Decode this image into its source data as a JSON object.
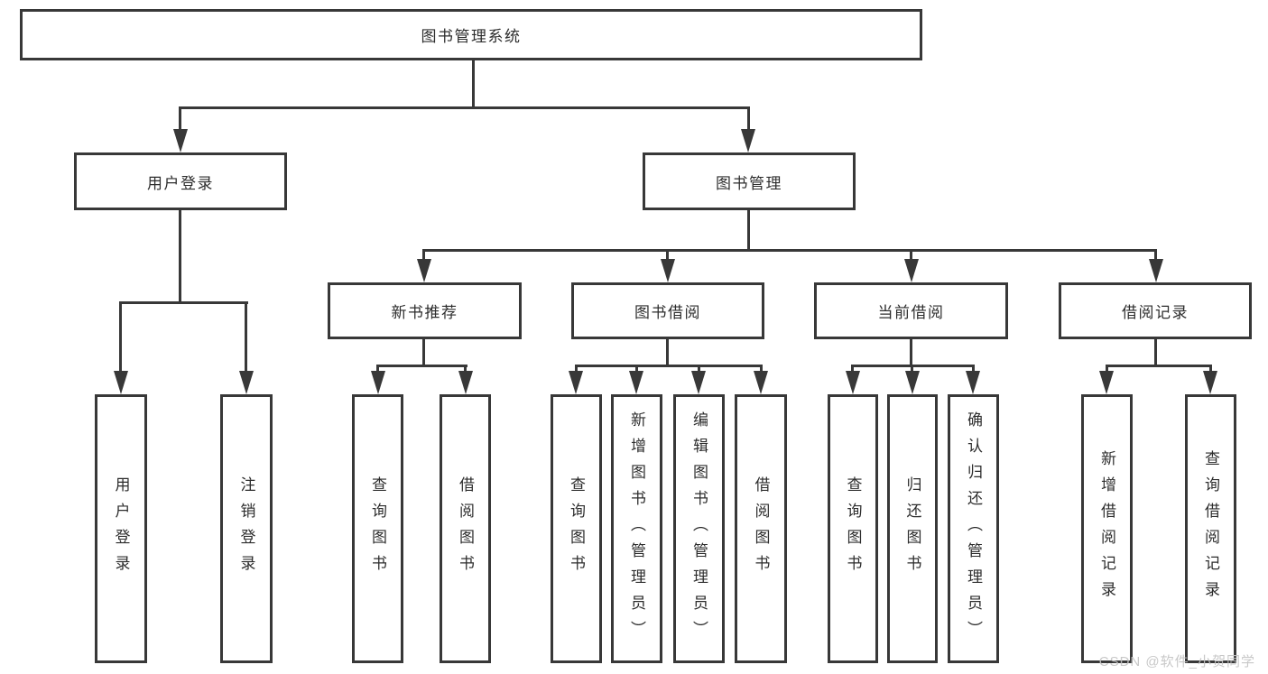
{
  "colors": {
    "line": "#383838",
    "text": "#2d2d2d",
    "bg": "#ffffff",
    "watermark": "#c3c3c3"
  },
  "tree": {
    "root": {
      "label": "图书管理系统"
    },
    "branches": [
      {
        "label": "用户登录",
        "children": [
          {
            "label": "用户登录"
          },
          {
            "label": "注销登录"
          }
        ]
      },
      {
        "label": "图书管理",
        "children": [
          {
            "label": "新书推荐",
            "children": [
              {
                "label": "查询图书"
              },
              {
                "label": "借阅图书"
              }
            ]
          },
          {
            "label": "图书借阅",
            "children": [
              {
                "label": "查询图书"
              },
              {
                "label": "新增图书（管理员）"
              },
              {
                "label": "编辑图书（管理员）"
              },
              {
                "label": "借阅图书"
              }
            ]
          },
          {
            "label": "当前借阅",
            "children": [
              {
                "label": "查询图书"
              },
              {
                "label": "归还图书"
              },
              {
                "label": "确认归还（管理员）"
              }
            ]
          },
          {
            "label": "借阅记录",
            "children": [
              {
                "label": "新增借阅记录"
              },
              {
                "label": "查询借阅记录"
              }
            ]
          }
        ]
      }
    ]
  },
  "watermark": {
    "text": "CSDN @软件_小贺同学"
  }
}
